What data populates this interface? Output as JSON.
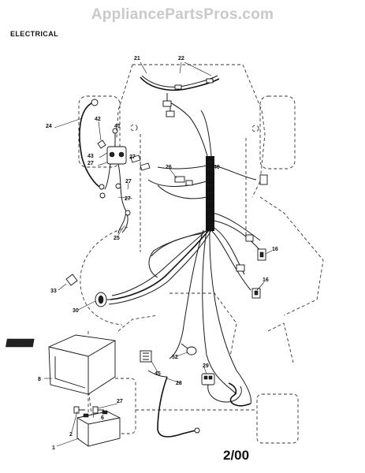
{
  "header": {
    "watermark": "AppliancePartsPros.com",
    "section_title": "ELECTRICAL"
  },
  "footer": {
    "date_code": "2/00"
  },
  "callouts": [
    "1",
    "2",
    "6",
    "8",
    "16",
    "16",
    "21",
    "22",
    "24",
    "25",
    "26",
    "27",
    "27",
    "27",
    "27",
    "27",
    "29",
    "30",
    "33",
    "40",
    "41",
    "42",
    "43",
    "45",
    "52",
    "28"
  ],
  "colors": {
    "ink": "#111111",
    "watermark": "#c9c9c9",
    "background": "#ffffff"
  }
}
